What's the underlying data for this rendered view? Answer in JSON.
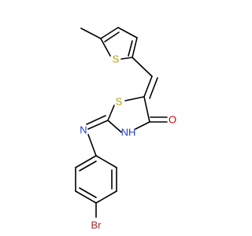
{
  "atoms": [
    {
      "id": "s_thiophene",
      "symbol": "S",
      "color": "#b8a000"
    },
    {
      "id": "s_thiazolidinone",
      "symbol": "S",
      "color": "#b8a000"
    },
    {
      "id": "nh",
      "symbol": "NH",
      "color": "#1f3fd1"
    },
    {
      "id": "n_imine",
      "symbol": "N",
      "color": "#1f3fd1"
    },
    {
      "id": "o_carbonyl",
      "symbol": "O",
      "color": "#e00000"
    },
    {
      "id": "br",
      "symbol": "Br",
      "color": "#a52a2a"
    }
  ]
}
